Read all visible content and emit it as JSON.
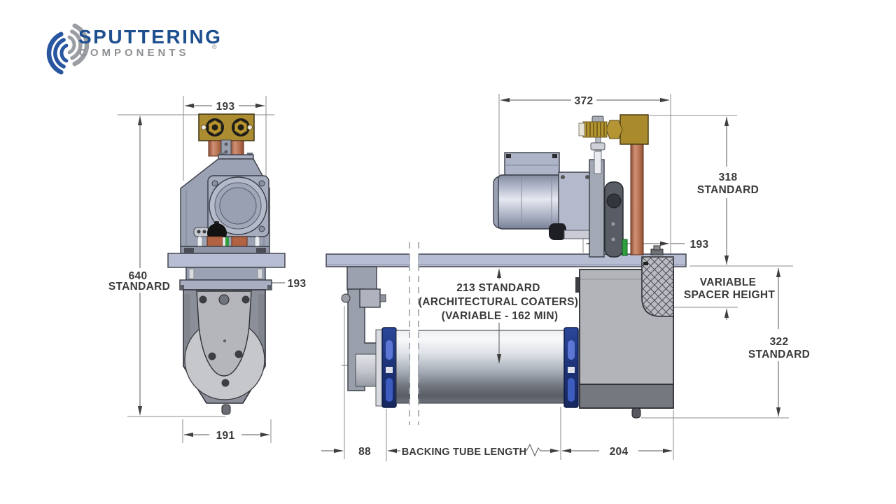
{
  "logo": {
    "brand_top": "SPUTTERING",
    "brand_bottom": "COMPONENTS",
    "registered": "®"
  },
  "front_view": {
    "dim_top_width": "193",
    "dim_height_value": "640",
    "dim_height_label": "STANDARD",
    "dim_flange_width": "193",
    "dim_bottom_width": "191"
  },
  "side_view": {
    "dim_top_width": "372",
    "dim_right_upper_value": "318",
    "dim_right_upper_label": "STANDARD",
    "dim_plate_width": "193",
    "dim_center_line1": "213 STANDARD",
    "dim_center_line2": "(ARCHITECTURAL COATERS)",
    "dim_center_line3": "(VARIABLE - 162 MIN)",
    "spacer_line1": "VARIABLE",
    "spacer_line2": "SPACER HEIGHT",
    "dim_right_lower_value": "322",
    "dim_right_lower_label": "STANDARD",
    "dim_bottom_left": "88",
    "dim_bottom_mid": "BACKING TUBE LENGTH",
    "dim_bottom_right": "204"
  },
  "colors": {
    "brand_blue": "#1e4f8f",
    "brand_gray": "#8e9194",
    "brass": "#ab8c31",
    "copper": "#b5714f",
    "navy_ring": "#203a85",
    "steel_plate": "#b7bdd2",
    "dimension_ink": "#3f3f3f"
  }
}
